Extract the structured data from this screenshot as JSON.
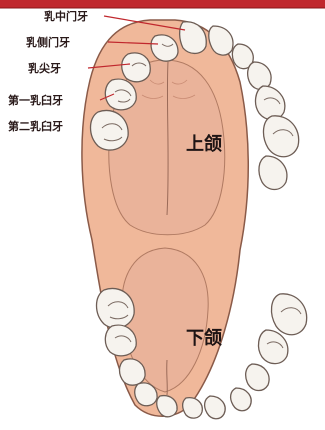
{
  "labels": {
    "central_incisor": "乳中门牙",
    "lateral_incisor": "乳侧门牙",
    "canine": "乳尖牙",
    "first_molar": "第一乳臼牙",
    "second_molar": "第二乳臼牙"
  },
  "jaw_labels": {
    "upper": "上颌",
    "lower": "下颌"
  },
  "colors": {
    "gum": "#f0b89a",
    "gum_outline": "#8a5a48",
    "palate": "#eab39a",
    "tooth": "#f6f3ee",
    "leader": "#c0272d",
    "top_band": "#c0272d"
  }
}
